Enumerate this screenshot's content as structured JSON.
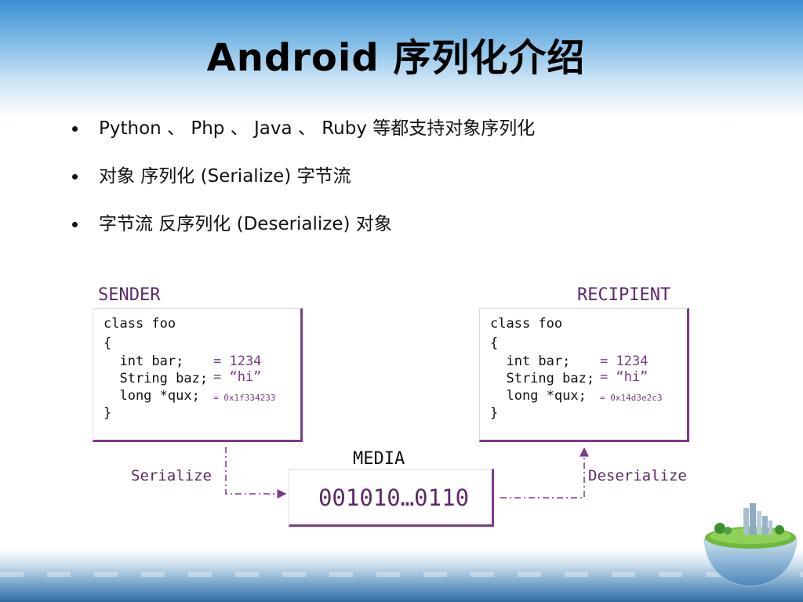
{
  "slide": {
    "title": "Android  序列化介绍",
    "bullets": [
      "Python 、 Php 、 Java 、 Ruby 等都支持对象序列化",
      "对象  序列化 (Serialize)  字节流",
      "字节流  反序列化 (Deserialize)  对象"
    ]
  },
  "diagram": {
    "sender_label": "SENDER",
    "recipient_label": "RECIPIENT",
    "media_label": "MEDIA",
    "serialize_label": "Serialize",
    "deserialize_label": "Deserialize",
    "media_bits": "001010…0110",
    "sender": {
      "lines": [
        "class foo",
        "{",
        "  int bar;",
        "  String baz;",
        "  long *qux;",
        "}"
      ],
      "vals": [
        "= 1234",
        "= “hi”",
        "= 0x1f334233"
      ]
    },
    "recipient": {
      "lines": [
        "class foo",
        "{",
        "  int bar;",
        "  String baz;",
        "  long *qux;",
        "}"
      ],
      "vals": [
        "= 1234",
        "= “hi”",
        "= 0x14d3e2c3"
      ]
    },
    "colors": {
      "accent": "#7b3b88",
      "label": "#5c2a68"
    }
  }
}
